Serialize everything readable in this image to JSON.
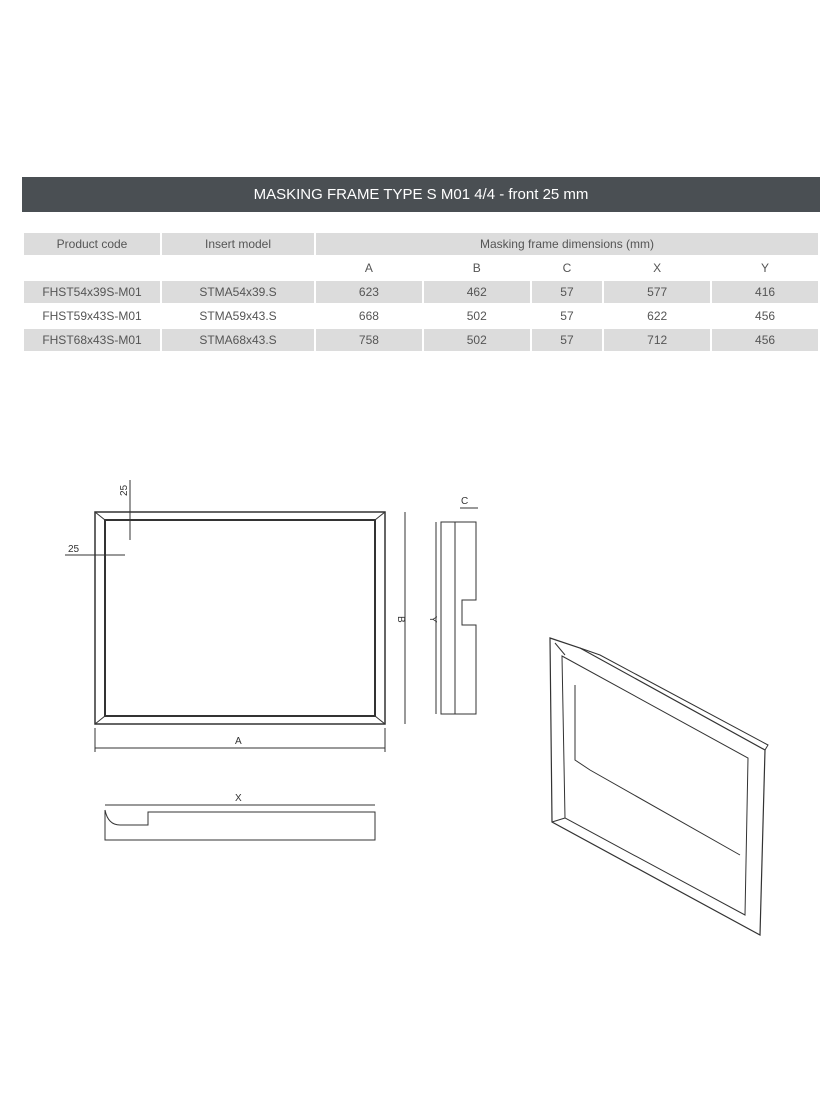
{
  "banner": {
    "title": "MASKING FRAME TYPE S M01 4/4 - front 25 mm"
  },
  "table": {
    "headers": {
      "product_code": "Product code",
      "insert_model": "Insert model",
      "dimensions": "Masking frame dimensions (mm)"
    },
    "dim_columns": [
      "A",
      "B",
      "C",
      "X",
      "Y"
    ],
    "rows": [
      {
        "code": "FHST54x39S-M01",
        "model": "STMA54x39.S",
        "A": "623",
        "B": "462",
        "C": "57",
        "X": "577",
        "Y": "416"
      },
      {
        "code": "FHST59x43S-M01",
        "model": "STMA59x43.S",
        "A": "668",
        "B": "502",
        "C": "57",
        "X": "622",
        "Y": "456"
      },
      {
        "code": "FHST68x43S-M01",
        "model": "STMA68x43.S",
        "A": "758",
        "B": "502",
        "C": "57",
        "X": "712",
        "Y": "456"
      }
    ]
  },
  "drawing_labels": {
    "top_margin": "25",
    "left_margin": "25",
    "A": "A",
    "B": "B",
    "C": "C",
    "X": "X",
    "Y": "Y"
  }
}
